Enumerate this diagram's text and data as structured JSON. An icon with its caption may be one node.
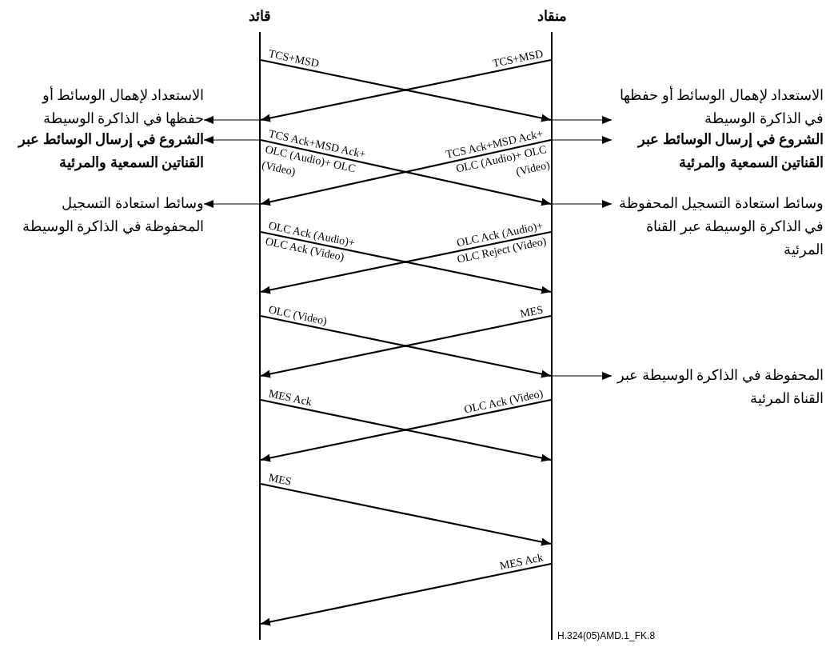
{
  "diagram": {
    "nodes": [
      {
        "text": [
          "قائد"
        ]
      },
      {
        "text": [
          "منقاد"
        ]
      },
      {
        "text": [
          "الاستعداد لإهمال الوسائط أو حفظها في الذاكرة الوسيطة"
        ]
      },
      {
        "text": [
          "الشروع في إرسال الوسائط عبر القناتين السمعية والمرئية"
        ]
      },
      {
        "text": [
          "وسائط استعادة التسجيل المحفوظة في الذاكرة الوسيطة"
        ]
      },
      {
        "text": [
          "الاستعداد لإهمال الوسائط أو حفظها في الذاكرة الوسيطة"
        ]
      },
      {
        "text": [
          "الشروع في إرسال الوسائط عبر القناتين السمعية والمرئية"
        ]
      },
      {
        "text": [
          "وسائط استعادة التسجيل المحفوظة في الذاكرة الوسيطة عبر القناة المرئية"
        ]
      },
      {
        "text": [
          "المحفوظة في الذاكرة الوسيطة عبر القناة المرئية"
        ]
      }
    ],
    "edges": [
      {
        "from": 0,
        "to": 1,
        "arrow": "to",
        "label": "TCS+MSD"
      },
      {
        "from": 1,
        "to": 0,
        "arrow": "to",
        "label": "TCS+MSD"
      },
      {
        "from": 0,
        "to": 2,
        "arrow": "to"
      },
      {
        "from": 1,
        "to": 5,
        "arrow": "to"
      },
      {
        "from": 0,
        "to": 3,
        "arrow": "to"
      },
      {
        "from": 1,
        "to": 6,
        "arrow": "to"
      },
      {
        "from": 0,
        "to": 1,
        "arrow": "to",
        "label": "TCS Ack+MSD Ack+ OLC (Audio)+ OLC (Video)"
      },
      {
        "from": 1,
        "to": 0,
        "arrow": "to",
        "label": "TCS Ack+MSD Ack+ OLC (Audio)+ OLC (Video)"
      },
      {
        "from": 0,
        "to": 4,
        "arrow": "to"
      },
      {
        "from": 1,
        "to": 7,
        "arrow": "to"
      },
      {
        "from": 0,
        "to": 1,
        "arrow": "to",
        "label": "OLC Ack (Audio)+ OLC Ack (Video)"
      },
      {
        "from": 1,
        "to": 0,
        "arrow": "to",
        "label": "OLC Ack (Audio)+ OLC Reject (Video)"
      },
      {
        "from": 0,
        "to": 1,
        "arrow": "to",
        "label": "OLC (Video)"
      },
      {
        "from": 1,
        "to": 0,
        "arrow": "to",
        "label": "MES"
      },
      {
        "from": 1,
        "to": 8,
        "arrow": "to"
      },
      {
        "from": 0,
        "to": 1,
        "arrow": "to",
        "label": "MES Ack"
      },
      {
        "from": 1,
        "to": 0,
        "arrow": "to",
        "label": "OLC Ack (Video)"
      },
      {
        "from": 0,
        "to": 1,
        "arrow": "to",
        "label": "MES"
      },
      {
        "from": 1,
        "to": 0,
        "arrow": "to",
        "label": "MES Ack"
      }
    ],
    "labels": [
      "H.324(05)AMD.1_FK.8"
    ]
  }
}
